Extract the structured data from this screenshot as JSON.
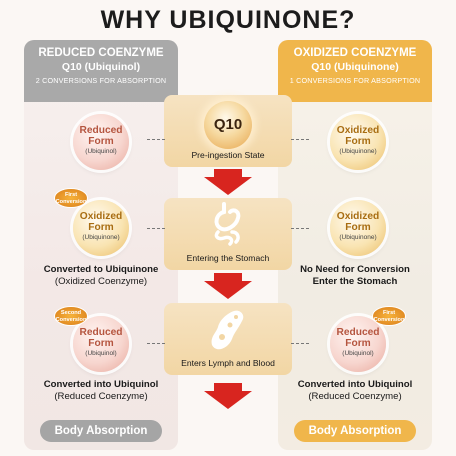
{
  "title": "WHY UBIQUINONE?",
  "left": {
    "header_line1": "REDUCED COENZYME",
    "header_line2": "Q10 (Ubiquinol)",
    "header_line3": "2 CONVERSIONS FOR ABSORPTION",
    "orbs": [
      {
        "main": "Reduced Form",
        "sub": "(Ubiquinol)"
      },
      {
        "main": "Oxidized Form",
        "sub": "(Ubiquinone)"
      },
      {
        "main": "Reduced Form",
        "sub": "(Ubiquinol)"
      }
    ],
    "badges": [
      "First Conversion",
      "Second Conversion"
    ],
    "captions": [
      {
        "bold": "Converted to Ubiquinone",
        "normal": "(Oxidized Coenzyme)"
      },
      {
        "bold": "Converted into Ubiquinol",
        "normal": "(Reduced Coenzyme)"
      }
    ],
    "footer": "Body Absorption"
  },
  "right": {
    "header_line1": "OXIDIZED COENZYME",
    "header_line2": "Q10 (Ubiquinone)",
    "header_line3": "1 CONVERSIONS FOR ABSORPTION",
    "orbs": [
      {
        "main": "Oxidized Form",
        "sub": "(Ubiquinone)"
      },
      {
        "main": "Oxidized Form",
        "sub": "(Ubiquinone)"
      },
      {
        "main": "Reduced Form",
        "sub": "(Ubiquinol)"
      }
    ],
    "badges": [
      "First Conversion"
    ],
    "captions": [
      {
        "bold": "No Need for Conversion",
        "bold2": "Enter the Stomach"
      },
      {
        "bold": "Converted into Ubiquinol",
        "normal": "(Reduced Coenzyme)"
      }
    ],
    "footer": "Body Absorption"
  },
  "center": {
    "q10": "Q10",
    "stages": [
      "Pre-ingestion State",
      "Entering the Stomach",
      "Enters Lymph and Blood"
    ]
  },
  "colors": {
    "accent_gold": "#f0b64b",
    "accent_grey": "#a9a9a9",
    "arrow_red": "#d8251f"
  },
  "icons": [
    "stomach-icon",
    "lymph-blood-icon",
    "down-arrow-icon"
  ]
}
